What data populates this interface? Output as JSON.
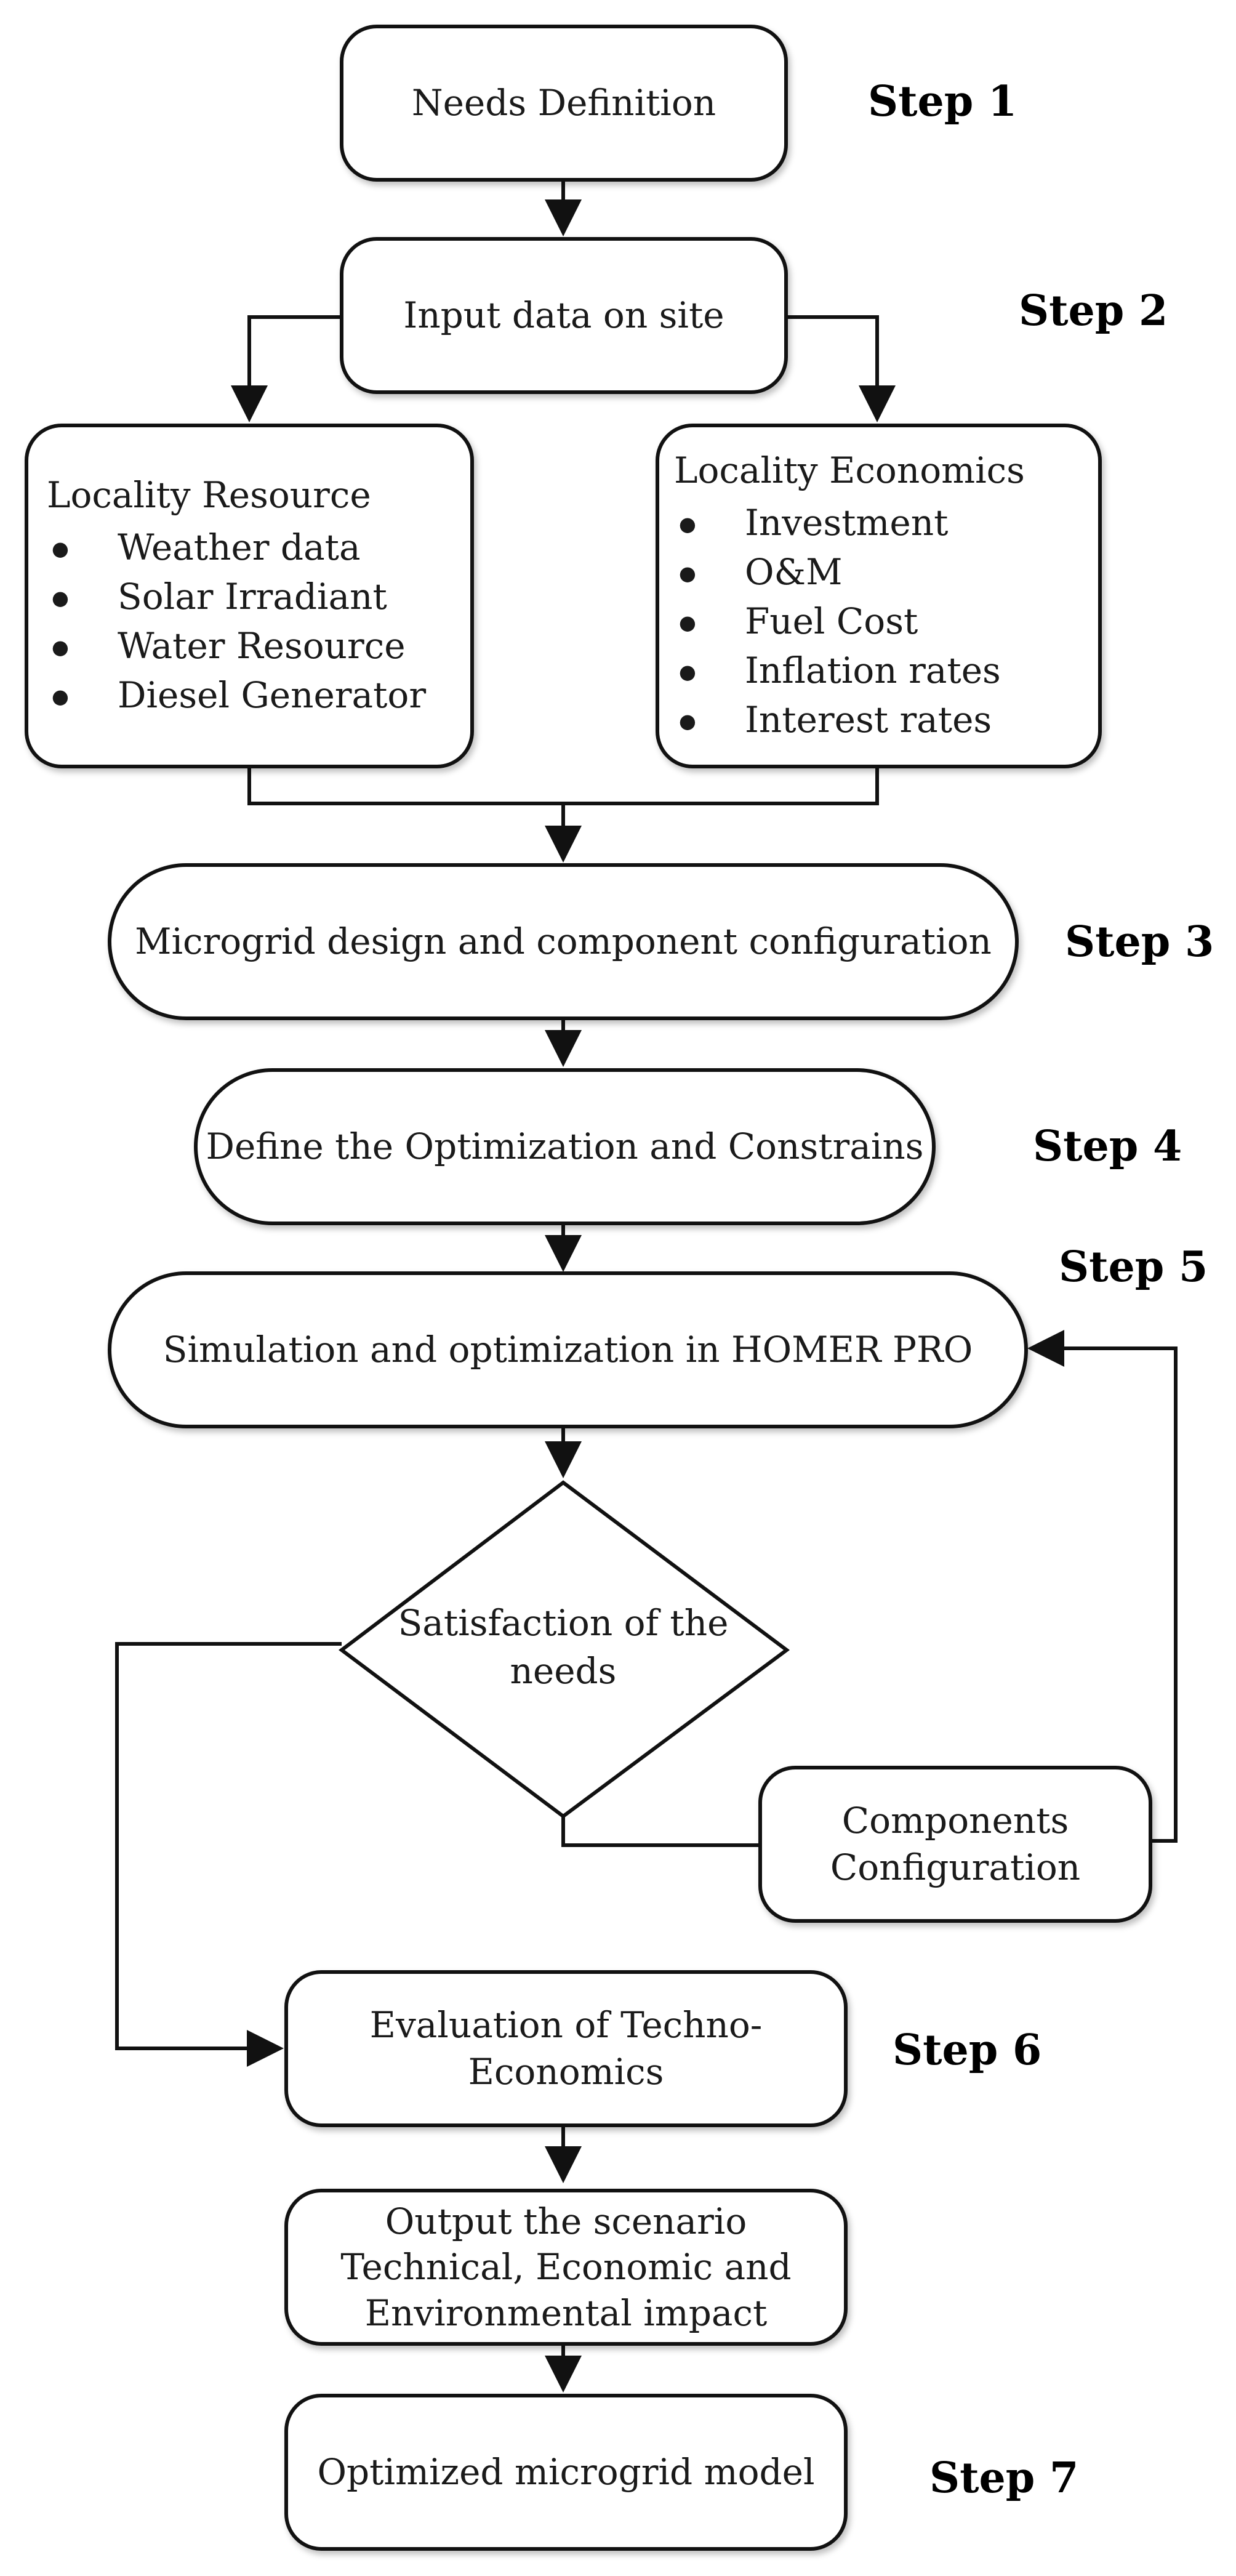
{
  "nodes": {
    "needs_definition": "Needs Definition",
    "input_data": "Input data on site",
    "locality_resource": {
      "title": "Locality  Resource",
      "items": [
        "Weather data",
        "Solar Irradiant",
        "Water Resource",
        "Diesel Generator"
      ]
    },
    "locality_economics": {
      "title": "Locality Economics",
      "items": [
        "Investment",
        "O&M",
        "Fuel Cost",
        "Inflation rates",
        "Interest rates"
      ]
    },
    "microgrid_design": "Microgrid design and component configuration",
    "define_optimization": "Define the Optimization and Constrains",
    "simulation": "Simulation and optimization in HOMER PRO",
    "satisfaction": [
      "Satisfaction of the",
      "needs"
    ],
    "components_config": [
      "Components",
      "Configuration"
    ],
    "evaluation": [
      "Evaluation of Techno-",
      "Economics"
    ],
    "output_scenario": [
      "Output the scenario",
      "Technical, Economic and",
      "Environmental impact"
    ],
    "optimized_model": "Optimized microgrid model"
  },
  "steps": [
    "Step 1",
    "Step 2",
    "Step 3",
    "Step 4",
    "Step 5",
    "Step 6",
    "Step 7"
  ]
}
